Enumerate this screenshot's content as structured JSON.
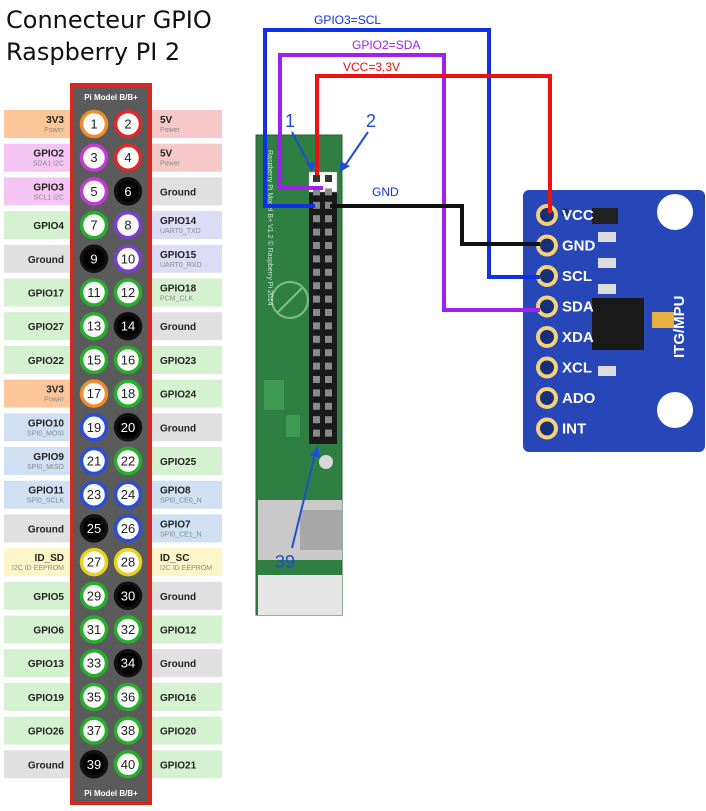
{
  "title": {
    "line1": "Connecteur GPIO",
    "line2": "Raspberry PI 2"
  },
  "header": {
    "model_top": "Pi Model B/B+",
    "model_bottom": "Pi Model B/B+"
  },
  "colors": {
    "power_3v3": "#fbc79a",
    "power_5v": "#f6c8c8",
    "i2c": "#f5c6f3",
    "gpio": "#d5f2d0",
    "ground": "#e0e0e0",
    "spi": "#cfe0f3",
    "uart": "#dcdcf6",
    "eeprom": "#fcf6c8",
    "header_red": "#d6281f",
    "header_grey": "#5b5b5b",
    "wire_blue": "#1030e8",
    "wire_purple": "#a020f0",
    "wire_red": "#ee1111",
    "wire_black": "#111111",
    "board_green": "#2e7d3e",
    "module_blue": "#2747b8",
    "callout_blue": "#1f4fd1"
  },
  "pins": [
    {
      "num": "1",
      "name": "3V3",
      "sub": "Power",
      "type": "power_3v3"
    },
    {
      "num": "2",
      "name": "5V",
      "sub": "Power",
      "type": "power_5v"
    },
    {
      "num": "3",
      "name": "GPIO2",
      "sub": "SDA1 I2C",
      "type": "i2c"
    },
    {
      "num": "4",
      "name": "5V",
      "sub": "Power",
      "type": "power_5v"
    },
    {
      "num": "5",
      "name": "GPIO3",
      "sub": "SCL1 I2C",
      "type": "i2c"
    },
    {
      "num": "6",
      "name": "Ground",
      "sub": "",
      "type": "ground"
    },
    {
      "num": "7",
      "name": "GPIO4",
      "sub": "",
      "type": "gpio"
    },
    {
      "num": "8",
      "name": "GPIO14",
      "sub": "UART0_TXD",
      "type": "uart"
    },
    {
      "num": "9",
      "name": "Ground",
      "sub": "",
      "type": "ground"
    },
    {
      "num": "10",
      "name": "GPIO15",
      "sub": "UART0_RXD",
      "type": "uart"
    },
    {
      "num": "11",
      "name": "GPIO17",
      "sub": "",
      "type": "gpio"
    },
    {
      "num": "12",
      "name": "GPIO18",
      "sub": "PCM_CLK",
      "type": "gpio"
    },
    {
      "num": "13",
      "name": "GPIO27",
      "sub": "",
      "type": "gpio"
    },
    {
      "num": "14",
      "name": "Ground",
      "sub": "",
      "type": "ground"
    },
    {
      "num": "15",
      "name": "GPIO22",
      "sub": "",
      "type": "gpio"
    },
    {
      "num": "16",
      "name": "GPIO23",
      "sub": "",
      "type": "gpio"
    },
    {
      "num": "17",
      "name": "3V3",
      "sub": "Power",
      "type": "power_3v3"
    },
    {
      "num": "18",
      "name": "GPIO24",
      "sub": "",
      "type": "gpio"
    },
    {
      "num": "19",
      "name": "GPIO10",
      "sub": "SPI0_MOSI",
      "type": "spi"
    },
    {
      "num": "20",
      "name": "Ground",
      "sub": "",
      "type": "ground"
    },
    {
      "num": "21",
      "name": "GPIO9",
      "sub": "SPI0_MISO",
      "type": "spi"
    },
    {
      "num": "22",
      "name": "GPIO25",
      "sub": "",
      "type": "gpio"
    },
    {
      "num": "23",
      "name": "GPIO11",
      "sub": "SPI0_SCLK",
      "type": "spi"
    },
    {
      "num": "24",
      "name": "GPIO8",
      "sub": "SPI0_CE0_N",
      "type": "spi"
    },
    {
      "num": "25",
      "name": "Ground",
      "sub": "",
      "type": "ground"
    },
    {
      "num": "26",
      "name": "GPIO7",
      "sub": "SPI0_CE1_N",
      "type": "spi"
    },
    {
      "num": "27",
      "name": "ID_SD",
      "sub": "I2C ID EEPROM",
      "type": "eeprom"
    },
    {
      "num": "28",
      "name": "ID_SC",
      "sub": "I2C ID EEPROM",
      "type": "eeprom"
    },
    {
      "num": "29",
      "name": "GPIO5",
      "sub": "",
      "type": "gpio"
    },
    {
      "num": "30",
      "name": "Ground",
      "sub": "",
      "type": "ground"
    },
    {
      "num": "31",
      "name": "GPIO6",
      "sub": "",
      "type": "gpio"
    },
    {
      "num": "32",
      "name": "GPIO12",
      "sub": "",
      "type": "gpio"
    },
    {
      "num": "33",
      "name": "GPIO13",
      "sub": "",
      "type": "gpio"
    },
    {
      "num": "34",
      "name": "Ground",
      "sub": "",
      "type": "ground"
    },
    {
      "num": "35",
      "name": "GPIO19",
      "sub": "",
      "type": "gpio"
    },
    {
      "num": "36",
      "name": "GPIO16",
      "sub": "",
      "type": "gpio"
    },
    {
      "num": "37",
      "name": "GPIO26",
      "sub": "",
      "type": "gpio"
    },
    {
      "num": "38",
      "name": "GPIO20",
      "sub": "",
      "type": "gpio"
    },
    {
      "num": "39",
      "name": "Ground",
      "sub": "",
      "type": "ground"
    },
    {
      "num": "40",
      "name": "GPIO21",
      "sub": "",
      "type": "gpio"
    }
  ],
  "wires": {
    "scl": "GPIO3=SCL",
    "sda": "GPIO2=SDA",
    "vcc": "VCC=3,3V",
    "gnd": "GND"
  },
  "callouts": {
    "pin1": "1",
    "pin2": "2",
    "pin39": "39"
  },
  "board": {
    "silk_text": "Raspberry Pi Model B+ V1.2 © Raspberry Pi 2014"
  },
  "module": {
    "name": "ITG/MPU",
    "pins": [
      "VCC",
      "GND",
      "SCL",
      "SDA",
      "XDA",
      "XCL",
      "ADO",
      "INT"
    ]
  }
}
